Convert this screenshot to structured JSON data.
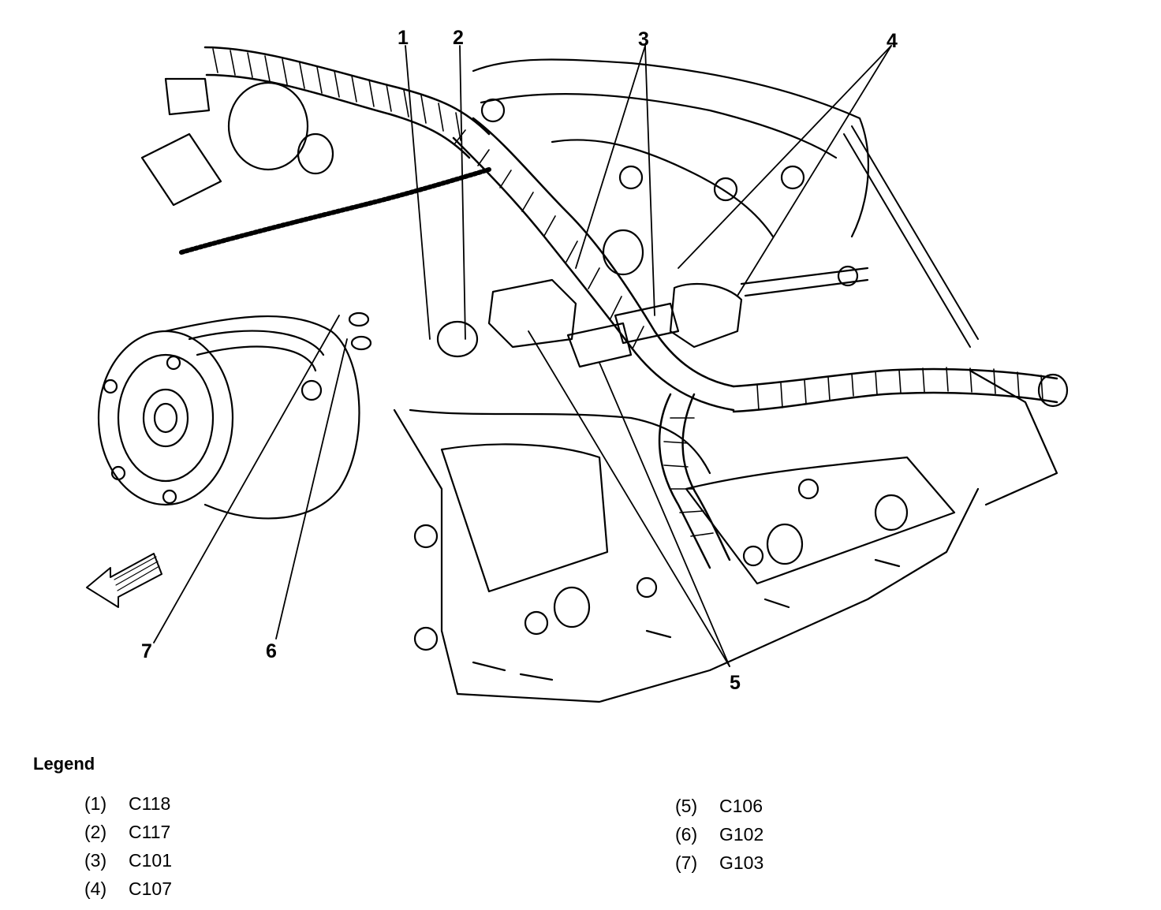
{
  "callouts": [
    "1",
    "2",
    "3",
    "4",
    "5",
    "6",
    "7"
  ],
  "legend": {
    "title": "Legend",
    "left": [
      {
        "num": "(1)",
        "code": "C118"
      },
      {
        "num": "(2)",
        "code": "C117"
      },
      {
        "num": "(3)",
        "code": "C101"
      },
      {
        "num": "(4)",
        "code": "C107"
      }
    ],
    "right": [
      {
        "num": "(5)",
        "code": "C106"
      },
      {
        "num": "(6)",
        "code": "G102"
      },
      {
        "num": "(7)",
        "code": "G103"
      }
    ]
  },
  "icons": [
    "forward-direction-arrow-icon"
  ],
  "colors": {
    "ink": "#000000",
    "paper": "#ffffff"
  }
}
